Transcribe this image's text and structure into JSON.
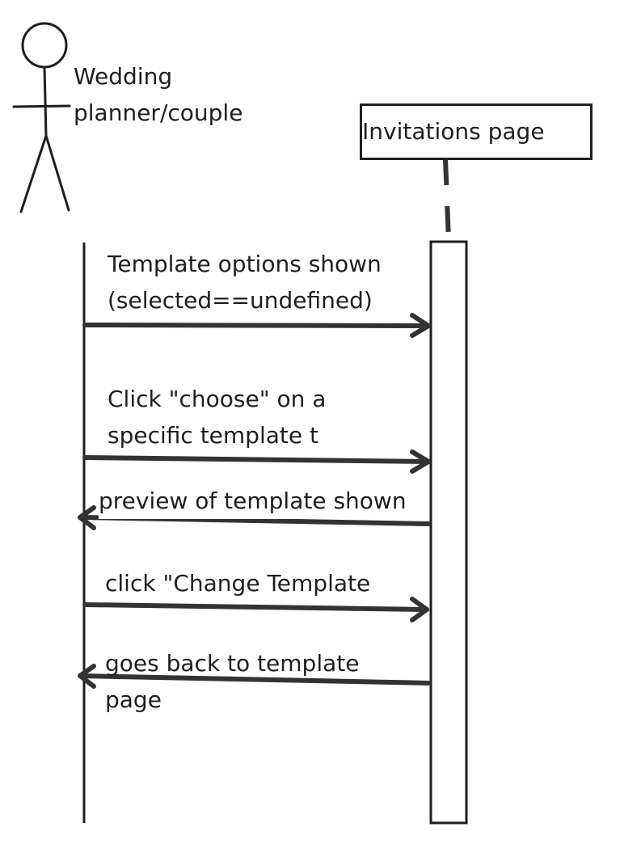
{
  "actor": {
    "name_lines": [
      "Wedding",
      "planner/couple"
    ],
    "icon": "stick-figure-icon"
  },
  "object": {
    "name": "Invitations page"
  },
  "messages": [
    {
      "direction": "to-object",
      "lines": [
        "Template options shown",
        "(selected==undefined)"
      ]
    },
    {
      "direction": "to-object",
      "lines": [
        "Click \"choose\" on a",
        "specific template t"
      ]
    },
    {
      "direction": "to-actor",
      "lines": [
        "preview of template shown"
      ]
    },
    {
      "direction": "to-object",
      "lines": [
        "click \"Change Template"
      ]
    },
    {
      "direction": "to-actor",
      "lines": [
        "goes back to template",
        "page"
      ]
    }
  ],
  "colors": {
    "stroke": "#1e1e1e",
    "arrow": "#333333",
    "background": "#ffffff"
  }
}
